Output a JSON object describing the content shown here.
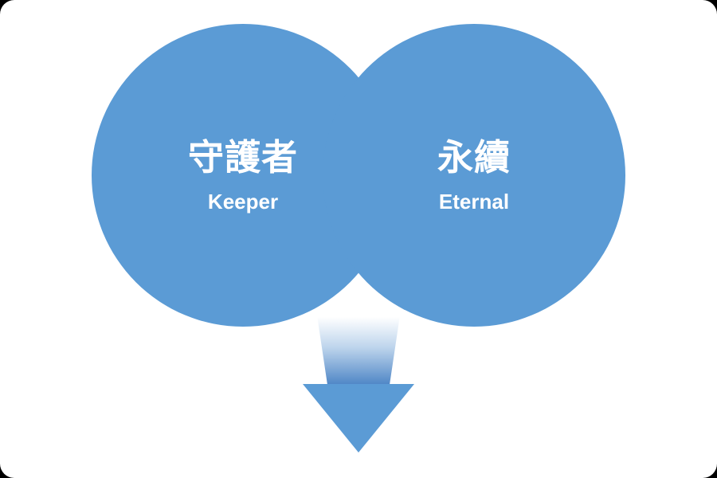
{
  "page": {
    "background_color": "#000000",
    "canvas_color": "#ffffff"
  },
  "diagram": {
    "type": "two-overlapping-circles-with-down-arrow",
    "colors": {
      "circle_fill": "#5B9BD5",
      "label_color": "#ffffff",
      "arrow_gradient_start": "#FFFFFF",
      "arrow_gradient_mid": "#BDD4EC",
      "arrow_gradient_end": "#4E86C6",
      "arrow_head_fill": "#5B9BD5"
    },
    "left_circle": {
      "title_zh": "守護者",
      "subtitle_en": "Keeper"
    },
    "right_circle": {
      "title_zh": "永續",
      "subtitle_en": "Eternal"
    },
    "arrow": {
      "direction": "down"
    }
  }
}
